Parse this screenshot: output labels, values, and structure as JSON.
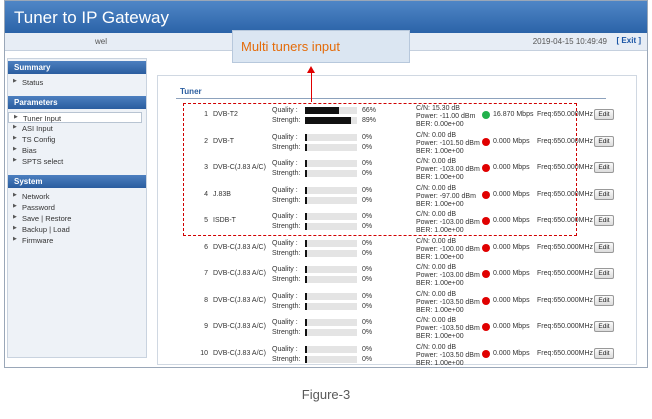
{
  "app": {
    "title": "Tuner to IP Gateway",
    "user": "wel",
    "datetime": "2019-04-15 10:49:49",
    "exit_label": "[ Exit ]"
  },
  "sidebar": {
    "sections": [
      {
        "title": "Summary",
        "items": [
          "Status"
        ]
      },
      {
        "title": "Parameters",
        "items": [
          "Tuner Input",
          "ASI Input",
          "TS Config",
          "Bias",
          "SPTS select"
        ]
      },
      {
        "title": "System",
        "items": [
          "Network",
          "Password",
          "Save | Restore",
          "Backup | Load",
          "Firmware"
        ]
      }
    ],
    "active_item": "Tuner Input"
  },
  "main": {
    "section_label": "Tuner",
    "quality_label": "Quality :",
    "strength_label": "Strength:",
    "edit_label": "Edit",
    "tuners": [
      {
        "num": "1",
        "name": "DVB-T2",
        "quality": 0.66,
        "quality_pct": "66%",
        "strength": 0.89,
        "strength_pct": "89%",
        "cn": "C/N: 15.30 dB",
        "power": "Power: -11.00 dBm",
        "ber": "BER: 0.00e+00",
        "status": "green",
        "rate": "16.870 Mbps",
        "freq": "Freq:650.000MHz"
      },
      {
        "num": "2",
        "name": "DVB-T",
        "quality": 0.0,
        "quality_pct": "0%",
        "strength": 0.0,
        "strength_pct": "0%",
        "cn": "C/N: 0.00 dB",
        "power": "Power: -101.50 dBm",
        "ber": "BER: 1.00e+00",
        "status": "red",
        "rate": "0.000 Mbps",
        "freq": "Freq:650.000MHz"
      },
      {
        "num": "3",
        "name": "DVB-C(J.83 A/C)",
        "quality": 0.0,
        "quality_pct": "0%",
        "strength": 0.0,
        "strength_pct": "0%",
        "cn": "C/N: 0.00 dB",
        "power": "Power: -103.00 dBm",
        "ber": "BER: 1.00e+00",
        "status": "red",
        "rate": "0.000 Mbps",
        "freq": "Freq:650.000MHz"
      },
      {
        "num": "4",
        "name": "J.83B",
        "quality": 0.0,
        "quality_pct": "0%",
        "strength": 0.0,
        "strength_pct": "0%",
        "cn": "C/N: 0.00 dB",
        "power": "Power: -97.00 dBm",
        "ber": "BER: 1.00e+00",
        "status": "red",
        "rate": "0.000 Mbps",
        "freq": "Freq:650.000MHz"
      },
      {
        "num": "5",
        "name": "ISDB-T",
        "quality": 0.0,
        "quality_pct": "0%",
        "strength": 0.0,
        "strength_pct": "0%",
        "cn": "C/N: 0.00 dB",
        "power": "Power: -103.00 dBm",
        "ber": "BER: 1.00e+00",
        "status": "red",
        "rate": "0.000 Mbps",
        "freq": "Freq:650.000MHz"
      },
      {
        "num": "6",
        "name": "DVB-C(J.83 A/C)",
        "quality": 0.0,
        "quality_pct": "0%",
        "strength": 0.0,
        "strength_pct": "0%",
        "cn": "C/N: 0.00 dB",
        "power": "Power: -100.00 dBm",
        "ber": "BER: 1.00e+00",
        "status": "red",
        "rate": "0.000 Mbps",
        "freq": "Freq:650.000MHz"
      },
      {
        "num": "7",
        "name": "DVB-C(J.83 A/C)",
        "quality": 0.0,
        "quality_pct": "0%",
        "strength": 0.0,
        "strength_pct": "0%",
        "cn": "C/N: 0.00 dB",
        "power": "Power: -103.00 dBm",
        "ber": "BER: 1.00e+00",
        "status": "red",
        "rate": "0.000 Mbps",
        "freq": "Freq:650.000MHz"
      },
      {
        "num": "8",
        "name": "DVB-C(J.83 A/C)",
        "quality": 0.0,
        "quality_pct": "0%",
        "strength": 0.0,
        "strength_pct": "0%",
        "cn": "C/N: 0.00 dB",
        "power": "Power: -103.50 dBm",
        "ber": "BER: 1.00e+00",
        "status": "red",
        "rate": "0.000 Mbps",
        "freq": "Freq:650.000MHz"
      },
      {
        "num": "9",
        "name": "DVB-C(J.83 A/C)",
        "quality": 0.0,
        "quality_pct": "0%",
        "strength": 0.0,
        "strength_pct": "0%",
        "cn": "C/N: 0.00 dB",
        "power": "Power: -103.50 dBm",
        "ber": "BER: 1.00e+00",
        "status": "red",
        "rate": "0.000 Mbps",
        "freq": "Freq:650.000MHz"
      },
      {
        "num": "10",
        "name": "DVB-C(J.83 A/C)",
        "quality": 0.0,
        "quality_pct": "0%",
        "strength": 0.0,
        "strength_pct": "0%",
        "cn": "C/N: 0.00 dB",
        "power": "Power: -103.50 dBm",
        "ber": "BER: 1.00e+00",
        "status": "red",
        "rate": "0.000 Mbps",
        "freq": "Freq:650.000MHz"
      }
    ]
  },
  "annotation": {
    "callout_text": "Multi tuners input",
    "caption": "Figure-3"
  },
  "colors": {
    "status_green": "#22b14c",
    "status_red": "#e00000",
    "accent": "#2b63a8",
    "callout_text": "#e46c0a"
  }
}
